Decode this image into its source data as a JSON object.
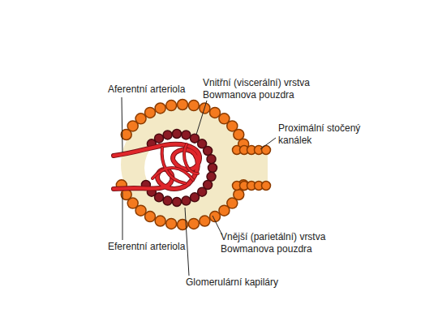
{
  "diagram": {
    "labels": [
      "Aferentní arteriola",
      "Vnitřní (viscerální) vrstva Bowmanova pouzdra",
      "Proximální stočený kanálek",
      "Vnější (parietální) vrstva Bowmanova pouzdra",
      "Eferentní arteriola",
      "Glomerulární kapiláry"
    ]
  }
}
